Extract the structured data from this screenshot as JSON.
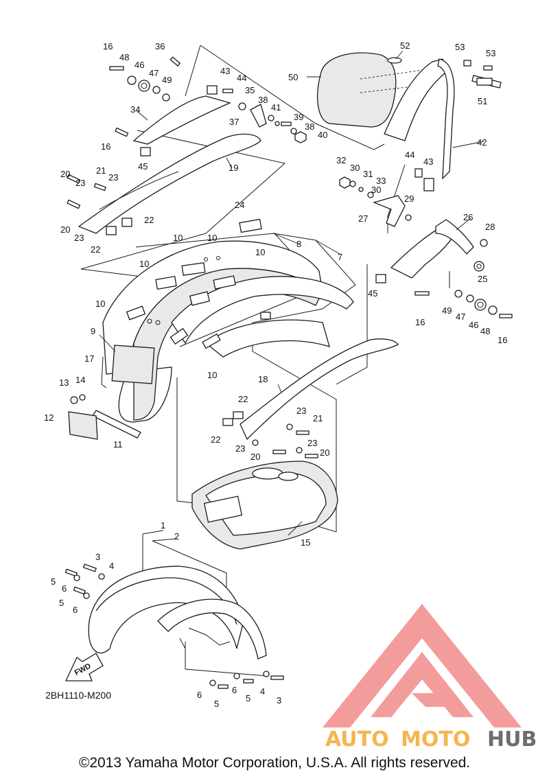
{
  "diagram_code": "2BH1110-M200",
  "direction_label": "FWD",
  "copyright": "©2013 Yamaha Motor Corporation, U.S.A. All rights reserved.",
  "watermark": {
    "auto": "AUTO",
    "moto": "MOTO",
    "hub": "HUB",
    "color_red": "#f28b8b",
    "color_orange": "#f6b54e",
    "color_gray": "#6d6d6d"
  },
  "callouts": [
    "1",
    "2",
    "3",
    "4",
    "5",
    "6",
    "7",
    "8",
    "9",
    "10",
    "11",
    "12",
    "13",
    "14",
    "15",
    "16",
    "17",
    "18",
    "19",
    "20",
    "21",
    "22",
    "23",
    "24",
    "25",
    "26",
    "27",
    "28",
    "29",
    "30",
    "31",
    "32",
    "33",
    "34",
    "35",
    "36",
    "37",
    "38",
    "39",
    "40",
    "41",
    "42",
    "43",
    "44",
    "45",
    "46",
    "47",
    "48",
    "49",
    "50",
    "51",
    "52",
    "53"
  ]
}
